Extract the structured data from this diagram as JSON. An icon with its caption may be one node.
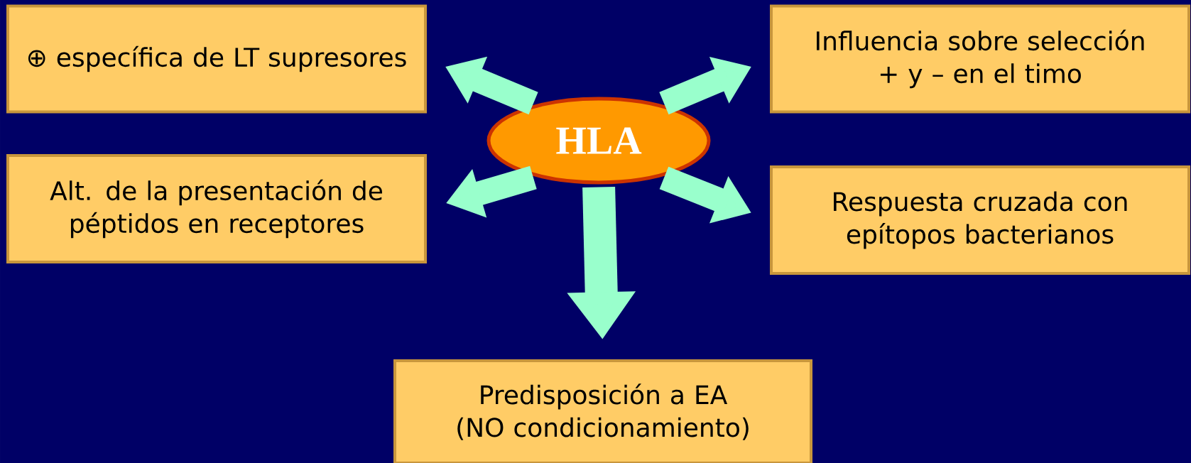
{
  "diagram": {
    "nodes": [
      {
        "text": [
          "⊕ específica de LT supresores"
        ]
      },
      {
        "text": [
          "Influencia sobre selección + y – en el timo"
        ]
      },
      {
        "text": [
          "HLA"
        ]
      },
      {
        "text": [
          "Alt. de la presentación de péptidos en receptores"
        ]
      },
      {
        "text": [
          "Respuesta cruzada con epítopos bacterianos"
        ]
      },
      {
        "text": [
          "Predisposición a EA (NO condicionamiento)"
        ]
      }
    ],
    "edges": [
      {
        "from": 2,
        "to": 0,
        "arrow": "to"
      },
      {
        "from": 2,
        "to": 1,
        "arrow": "to"
      },
      {
        "from": 2,
        "to": 3,
        "arrow": "to"
      },
      {
        "from": 2,
        "to": 4,
        "arrow": "to"
      },
      {
        "from": 2,
        "to": 5,
        "arrow": "to"
      }
    ]
  }
}
